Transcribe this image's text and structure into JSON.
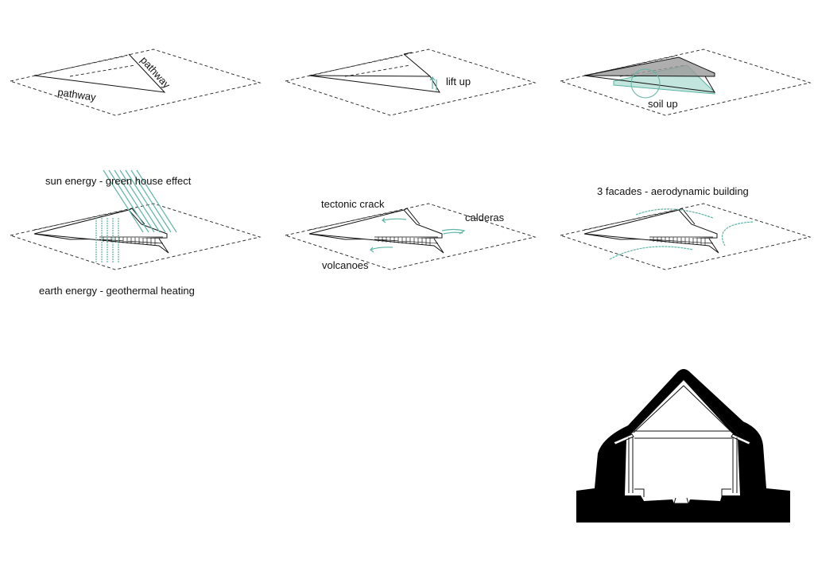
{
  "colors": {
    "accent": "#5fb5a5",
    "soil": "#a8dccf",
    "roof": "#9a9a9a",
    "ink": "#111111"
  },
  "panels": [
    {
      "id": "pathway",
      "labels": [
        "pathway",
        "pathway"
      ]
    },
    {
      "id": "lift",
      "labels": [
        "lift up"
      ]
    },
    {
      "id": "soil",
      "labels": [
        "soil up"
      ]
    },
    {
      "id": "energy",
      "labels": [
        "sun energy - green house effect",
        "earth energy - geothermal heating"
      ]
    },
    {
      "id": "tectonic",
      "labels": [
        "tectonic crack",
        "calderas",
        "volcanoes"
      ]
    },
    {
      "id": "facades",
      "labels": [
        "3 facades - aerodynamic building"
      ]
    }
  ]
}
